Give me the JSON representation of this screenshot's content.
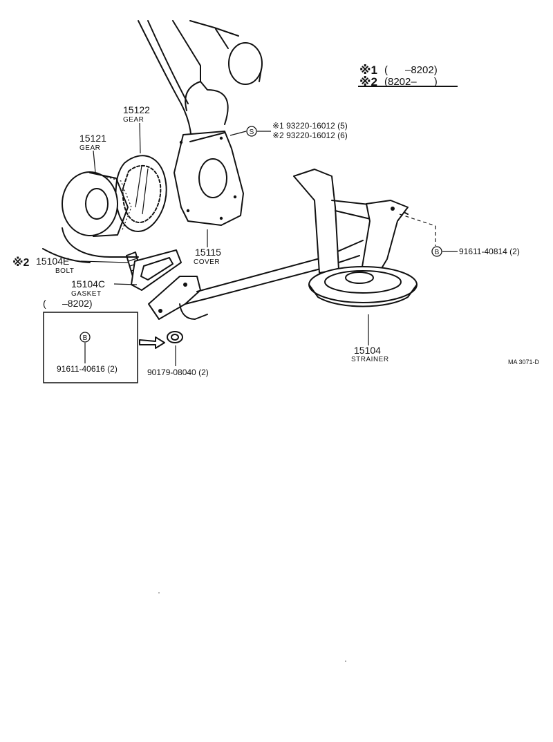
{
  "legend": {
    "row1_mark": "※1",
    "row1_range": "(      –8202)",
    "row2_mark": "※2",
    "row2_range": "(8202–      )"
  },
  "parts": {
    "gear_15122": {
      "number": "15122",
      "name": "GEAR"
    },
    "gear_15121": {
      "number": "15121",
      "name": "GEAR"
    },
    "cover": {
      "number": "15115",
      "name": "COVER"
    },
    "bolt": {
      "mark": "※2",
      "number": "15104E",
      "name": "BOLT"
    },
    "gasket": {
      "number": "15104C",
      "name": "GASKET"
    },
    "strainer": {
      "number": "15104",
      "name": "STRAINER"
    }
  },
  "screws": {
    "symbol": "S",
    "line1": "※1 93220-16012 (5)",
    "line2": "※2 93220-16012 (6)"
  },
  "bolt_right": {
    "symbol": "B",
    "label": "91611-40814 (2)"
  },
  "inset": {
    "range": "(      –8202)",
    "symbol": "B",
    "label": "91611-40616 (2)"
  },
  "nut": {
    "label": "90179-08040 (2)"
  },
  "drawing_code": "MA 3071-D"
}
